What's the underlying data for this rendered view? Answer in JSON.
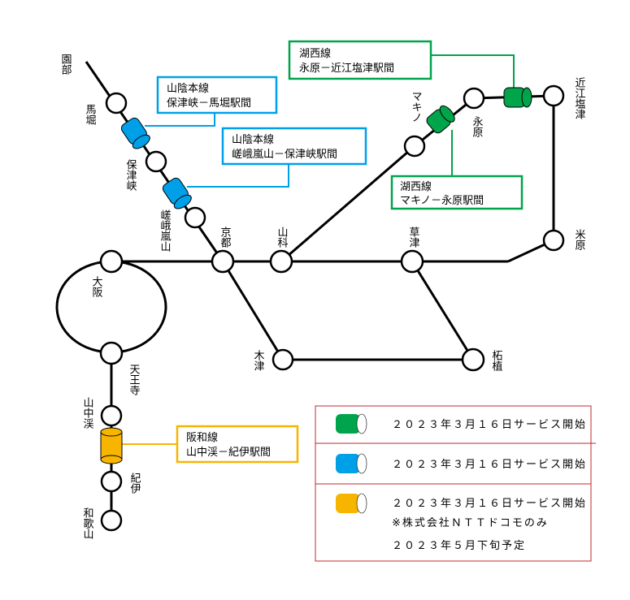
{
  "colors": {
    "green": "#00a44a",
    "blue": "#00a0e9",
    "yellow": "#f7b500",
    "legend_border": "#c0282d",
    "line": "#000000"
  },
  "stations": {
    "sonobe": "園部",
    "umahori": "馬堀",
    "hozukyo": "保津峡",
    "saga_arashiyama": "嵯峨嵐山",
    "kyoto": "京都",
    "yamashina": "山科",
    "kusatsu": "草津",
    "maibara": "米原",
    "makino": "マキノ",
    "nagahara": "永原",
    "omi_shiotsu": "近江塩津",
    "osaka": "大阪",
    "tennoji": "天王寺",
    "kizu": "木津",
    "tsuge": "柘植",
    "yamanakadani": "山中渓",
    "kii": "紀伊",
    "wakayama": "和歌山"
  },
  "callouts": {
    "kosei_nagahara": {
      "line": "湖西線",
      "section": "永原－近江塩津駅間"
    },
    "sanin_umahori": {
      "line": "山陰本線",
      "section": "保津峡－馬堀駅間"
    },
    "sanin_hozukyo": {
      "line": "山陰本線",
      "section": "嵯峨嵐山－保津峡駅間"
    },
    "kosei_makino": {
      "line": "湖西線",
      "section": "マキノ－永原駅間"
    },
    "hanwa": {
      "line": "阪和線",
      "section": "山中渓－紀伊駅間"
    }
  },
  "legend": {
    "green_text": "２０２３年３月１６日サービス開始",
    "blue_text": "２０２３年３月１６日サービス開始",
    "yellow_text": "２０２３年３月１６日サービス開始",
    "yellow_note1": "※株式会社ＮＴＴドコモのみ",
    "yellow_note2": "２０２３年５月下旬予定"
  }
}
